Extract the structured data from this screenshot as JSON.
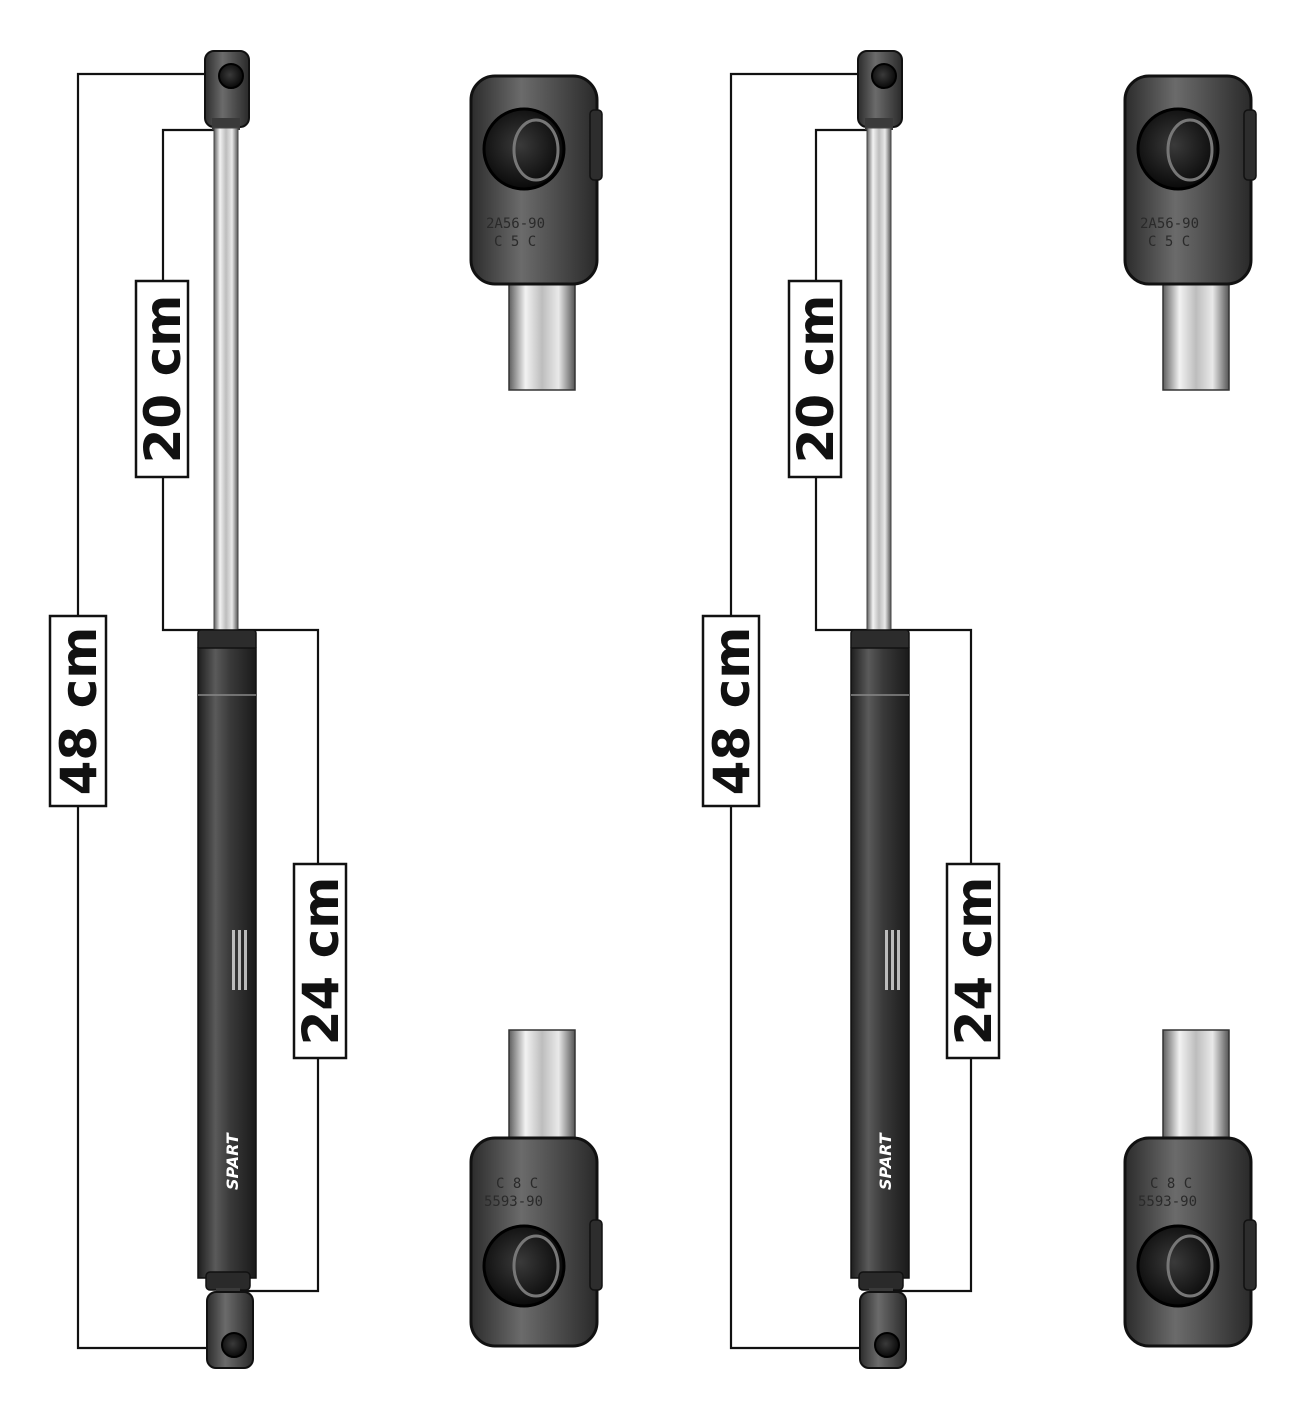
{
  "product": {
    "brand": "SPART",
    "strut_count": 2,
    "colors": {
      "background": "#ffffff",
      "dimension_line": "#111111",
      "rod_light": "#e6e6e6",
      "rod_dark": "#6a6a6a",
      "body": "#3c3c3c",
      "fitting": "#4a4a4a"
    }
  },
  "dimensions": {
    "overall": "48 cm",
    "stroke": "20 cm",
    "body": "24 cm"
  },
  "fittings": {
    "top_code": "2A56-90",
    "top_mark": "C 5 C",
    "bottom_code": "5593-90",
    "bottom_mark": "C 8 C"
  },
  "labels": {
    "body_text": "SPART"
  }
}
